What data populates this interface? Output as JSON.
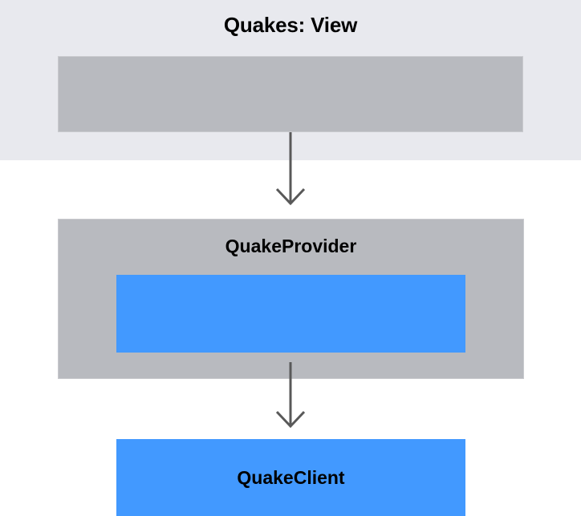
{
  "diagram": {
    "title": "Quakes: View",
    "colors": {
      "band_background": "#e8e9ee",
      "canvas_background": "#ffffff",
      "gray_block": "#b8babf",
      "blue_block": "#4299ff",
      "arrow": "#595959",
      "text": "#000000"
    },
    "nodes": [
      {
        "id": "view-scope",
        "label": "Quakes: View",
        "kind": "band",
        "color": "#e8e9ee"
      },
      {
        "id": "view-panel",
        "label": "",
        "kind": "gray-block",
        "color": "#b8babf"
      },
      {
        "id": "quake-provider",
        "label": "QuakeProvider",
        "kind": "gray-block",
        "color": "#b8babf"
      },
      {
        "id": "provider-inner",
        "label": "",
        "kind": "blue-block",
        "color": "#4299ff"
      },
      {
        "id": "quake-client",
        "label": "QuakeClient",
        "kind": "blue-block",
        "color": "#4299ff"
      }
    ],
    "edges": [
      {
        "from": "view-panel",
        "to": "quake-provider",
        "style": "arrow-down"
      },
      {
        "from": "quake-provider",
        "to": "quake-client",
        "style": "arrow-down"
      }
    ]
  }
}
